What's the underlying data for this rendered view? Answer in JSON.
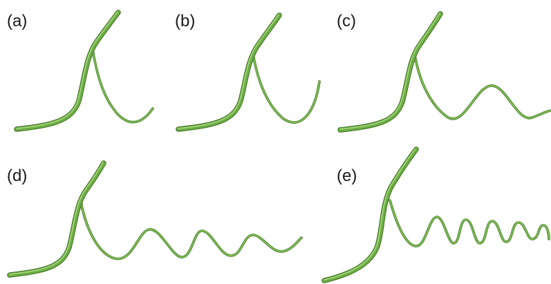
{
  "panels": [
    {
      "label": "(a)"
    },
    {
      "label": "(b)"
    },
    {
      "label": "(c)"
    },
    {
      "label": "(d)"
    },
    {
      "label": "(e)"
    }
  ],
  "colors": {
    "tube_dark": "#3f6e1f",
    "tube_mid": "#6cae45",
    "tube_light": "#a6d57e"
  }
}
